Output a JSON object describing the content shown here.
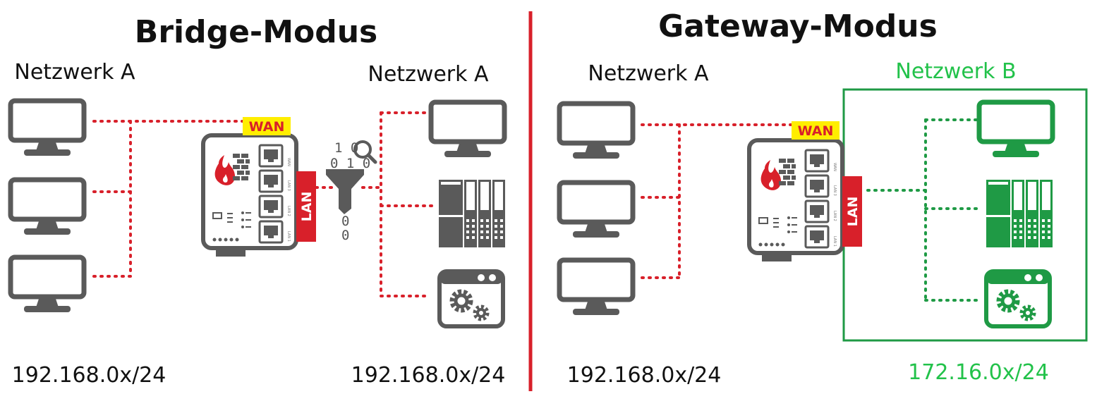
{
  "colors": {
    "red": "#d8202a",
    "green": "#1f9a45",
    "bright_green": "#22c24a",
    "device_gray": "#5a5a5a",
    "wan_yellow": "#ffee00"
  },
  "left": {
    "title": "Bridge-Modus",
    "network_left_label": "Netzwerk A",
    "network_right_label": "Netzwerk A",
    "ip_left": "192.168.0x/24",
    "ip_right": "192.168.0x/24",
    "wan_label": "WAN",
    "lan_label": "LAN",
    "filter_bits": [
      "1 0",
      "0 1 0",
      "0",
      "0"
    ]
  },
  "right": {
    "title": "Gateway-Modus",
    "network_left_label": "Netzwerk A",
    "network_right_label": "Netzwerk B",
    "ip_left": "192.168.0x/24",
    "ip_right": "172.16.0x/24",
    "wan_label": "WAN",
    "lan_label": "LAN"
  },
  "icons": [
    "monitor-icon",
    "plc-icon",
    "app-gear-icon",
    "firewall-router-icon",
    "filter-icon",
    "magnifier-icon"
  ]
}
